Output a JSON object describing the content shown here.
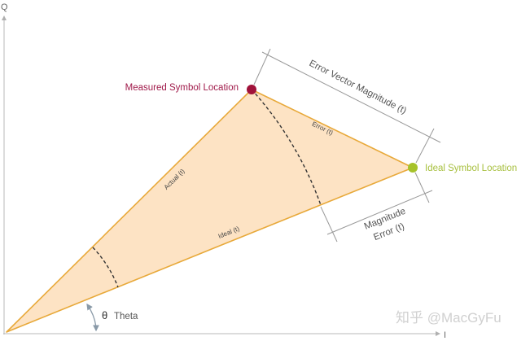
{
  "axes": {
    "q_label": "Q",
    "i_label": "I"
  },
  "points": {
    "measured": {
      "label": "Measured Symbol Location",
      "color": "#a0123a"
    },
    "ideal": {
      "label": "Ideal Symbol Location",
      "color": "#a6c22a"
    }
  },
  "vectors": {
    "actual": "Actual (t)",
    "ideal": "Ideal (t)",
    "error": "Error (t)"
  },
  "dimensions": {
    "evm": "Error Vector Magnitude (t)",
    "magnitude_error_line1": "Magnitude",
    "magnitude_error_line2": "Error (t)"
  },
  "angle": {
    "symbol": "θ",
    "label": "Theta"
  },
  "watermark": "知乎 @MacGyFu",
  "colors": {
    "fill": "#fde3c4",
    "stroke": "#e8a93a",
    "axis": "#b0b0b0",
    "dimension": "#8a8a8a"
  }
}
